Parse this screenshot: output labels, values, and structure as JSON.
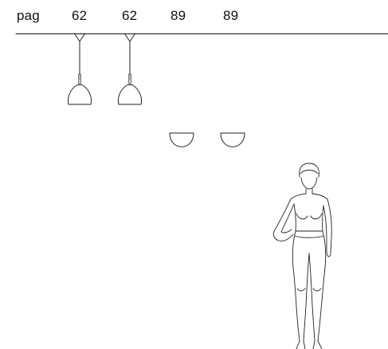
{
  "header": {
    "prefix": "pag",
    "pages": [
      "62",
      "62",
      "89",
      "89"
    ]
  },
  "icons": {
    "pendant": "pendant-lamp-icon",
    "wall": "wall-sconce-icon",
    "figure": "human-scale-figure-icon"
  }
}
